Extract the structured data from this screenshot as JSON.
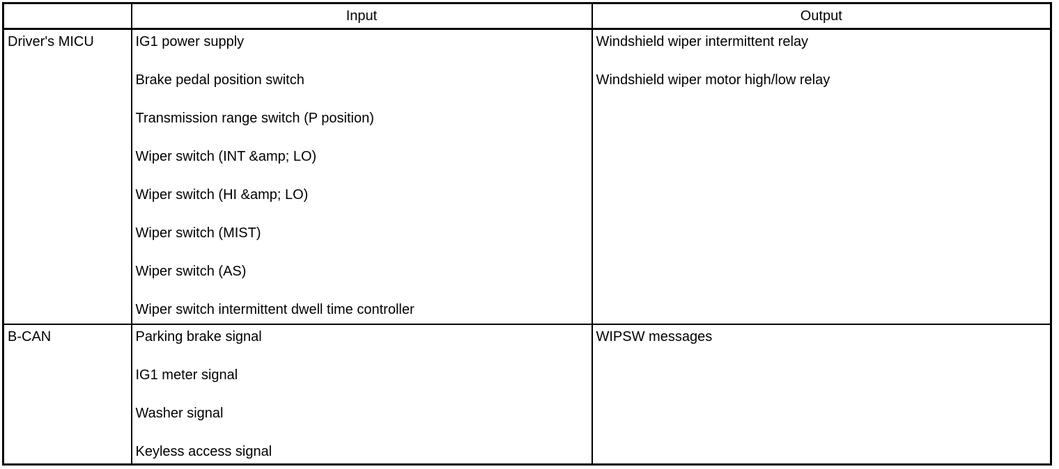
{
  "table": {
    "headers": {
      "source": "",
      "input": "Input",
      "output": "Output"
    },
    "rows": [
      {
        "source": "Driver's MICU",
        "inputs": [
          "IG1 power supply",
          "Brake pedal position switch",
          "Transmission range switch (P position)",
          "Wiper switch (INT &amp; LO)",
          "Wiper switch (HI &amp; LO)",
          "Wiper switch (MIST)",
          "Wiper switch (AS)",
          "Wiper switch intermittent dwell time controller"
        ],
        "outputs": [
          "Windshield wiper intermittent relay",
          "Windshield wiper motor high/low relay"
        ]
      },
      {
        "source": "B-CAN",
        "inputs": [
          "Parking brake signal",
          "IG1 meter signal",
          "Washer signal",
          "Keyless access signal"
        ],
        "outputs": [
          "WIPSW messages"
        ]
      }
    ]
  },
  "colors": {
    "border": "#000000",
    "background": "#ffffff",
    "text": "#000000"
  }
}
